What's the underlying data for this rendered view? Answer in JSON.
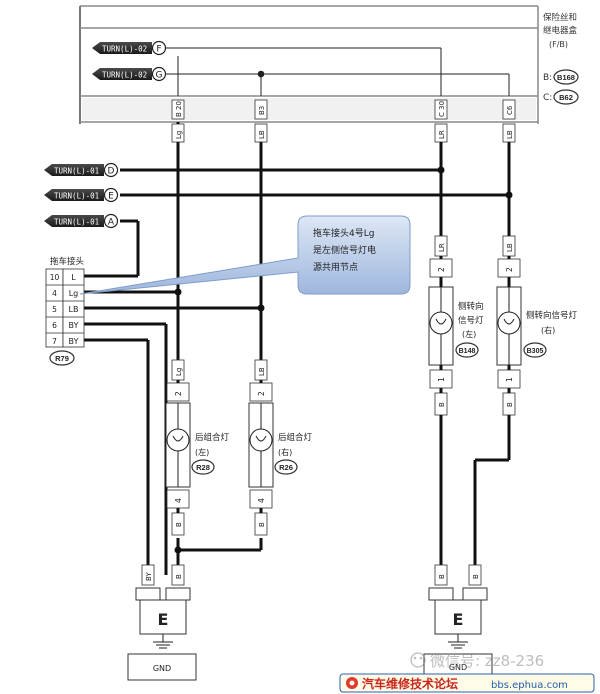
{
  "fusebox": {
    "title_line1": "保险丝和",
    "title_line2": "继电器盒",
    "title_line3": "(F/B)",
    "connB_prefix": "B:",
    "connB_code": "B168",
    "connC_prefix": "C:",
    "connC_code": "B62"
  },
  "turn_tags": {
    "f": {
      "label": "TURN(L)-02",
      "letter": "F"
    },
    "g": {
      "label": "TURN(L)-02",
      "letter": "G"
    },
    "d": {
      "label": "TURN(L)-01",
      "letter": "D"
    },
    "e": {
      "label": "TURN(L)-01",
      "letter": "E"
    },
    "a": {
      "label": "TURN(L)-01",
      "letter": "A"
    }
  },
  "pins": {
    "p1": {
      "pin": "B 20",
      "wire": "Lg"
    },
    "p2": {
      "pin": "B3",
      "wire": "LB"
    },
    "p3": {
      "pin": "C 30",
      "wire": "LR"
    },
    "p4": {
      "pin": "C6",
      "wire": "LB"
    }
  },
  "tow_connector": {
    "title": "拖车接头",
    "rows": [
      {
        "num": "10",
        "wire": "L"
      },
      {
        "num": "4",
        "wire": "Lg"
      },
      {
        "num": "5",
        "wire": "LB"
      },
      {
        "num": "6",
        "wire": "BY"
      },
      {
        "num": "7",
        "wire": "BY"
      }
    ],
    "code": "R79"
  },
  "callout": {
    "line1": "拖车接头4号Lg",
    "line2": "是左侧信号灯电",
    "line3": "源共用节点"
  },
  "lamps": {
    "rear_left": {
      "line1": "后组合灯",
      "line2": "(左)",
      "code": "R28",
      "top_wire": "Lg",
      "top_pin": "2",
      "bot_pin": "4",
      "bot_wire": "B"
    },
    "rear_right": {
      "line1": "后组合灯",
      "line2": "(右)",
      "code": "R26",
      "top_wire": "LB",
      "top_pin": "2",
      "bot_pin": "4",
      "bot_wire": "B"
    },
    "side_left": {
      "line1": "侧转向",
      "line2": "信号灯",
      "line3": "(左)",
      "code": "B148",
      "top_wire": "LR",
      "top_pin": "2",
      "bot_pin": "1",
      "bot_wire": "B"
    },
    "side_right": {
      "line1": "侧转向信号灯",
      "line2": "(右)",
      "code": "B305",
      "top_wire": "LB",
      "top_pin": "2",
      "bot_pin": "1",
      "bot_wire": "B"
    }
  },
  "ground": {
    "left_letter": "E",
    "right_letter": "E",
    "left_wire1": "BY",
    "left_wire2": "B",
    "right_wire1": "B",
    "right_wire2": "B",
    "gnd_label": "GND",
    "right_box_label": "GND"
  },
  "watermark": {
    "wechat": "微信号: zz8-236",
    "forum": "汽车维修技术论坛",
    "url": "bbs.ephua.com"
  }
}
